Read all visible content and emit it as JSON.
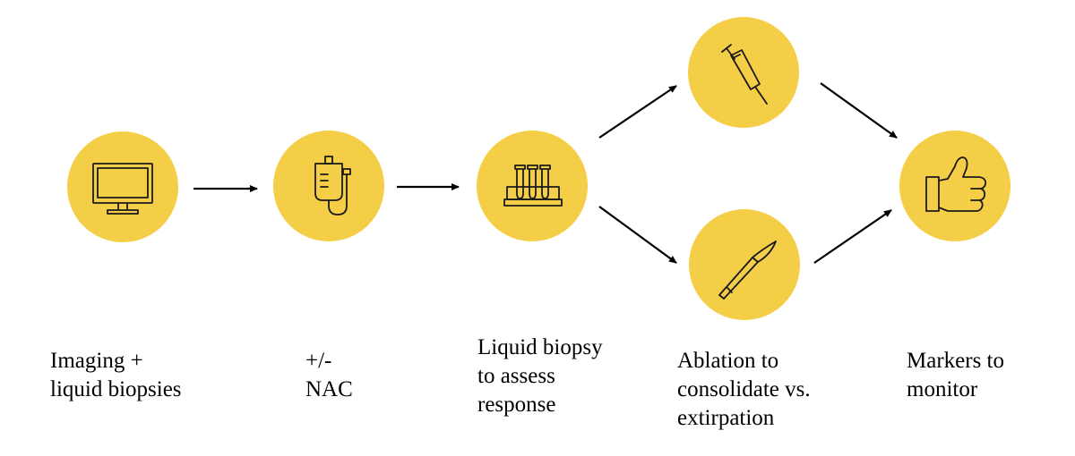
{
  "colors": {
    "circle_fill": "#f5ce47",
    "icon_stroke": "#1a1a1a",
    "arrow": "#000000",
    "text": "#000000",
    "background": "#ffffff"
  },
  "steps": [
    {
      "id": "imaging",
      "icon": "monitor-icon",
      "label_lines": [
        "Imaging +",
        "liquid biopsies"
      ]
    },
    {
      "id": "nac",
      "icon": "iv-bag-icon",
      "label_lines": [
        "+/-",
        "NAC"
      ]
    },
    {
      "id": "liquid-biopsy",
      "icon": "test-tubes-icon",
      "label_lines": [
        "Liquid biopsy",
        "to assess",
        "response"
      ]
    },
    {
      "id": "consolidate",
      "icon": "syringe-icon",
      "label_lines": [
        "Ablation to",
        "consolidate vs.",
        "extirpation"
      ]
    },
    {
      "id": "extirpation",
      "icon": "scalpel-icon",
      "label_lines": []
    },
    {
      "id": "monitor",
      "icon": "thumbs-up-icon",
      "label_lines": [
        "Markers to",
        "monitor"
      ]
    }
  ],
  "connections": [
    {
      "from": "imaging",
      "to": "nac"
    },
    {
      "from": "nac",
      "to": "liquid-biopsy"
    },
    {
      "from": "liquid-biopsy",
      "to": "consolidate"
    },
    {
      "from": "liquid-biopsy",
      "to": "extirpation"
    },
    {
      "from": "consolidate",
      "to": "monitor"
    },
    {
      "from": "extirpation",
      "to": "monitor"
    }
  ]
}
